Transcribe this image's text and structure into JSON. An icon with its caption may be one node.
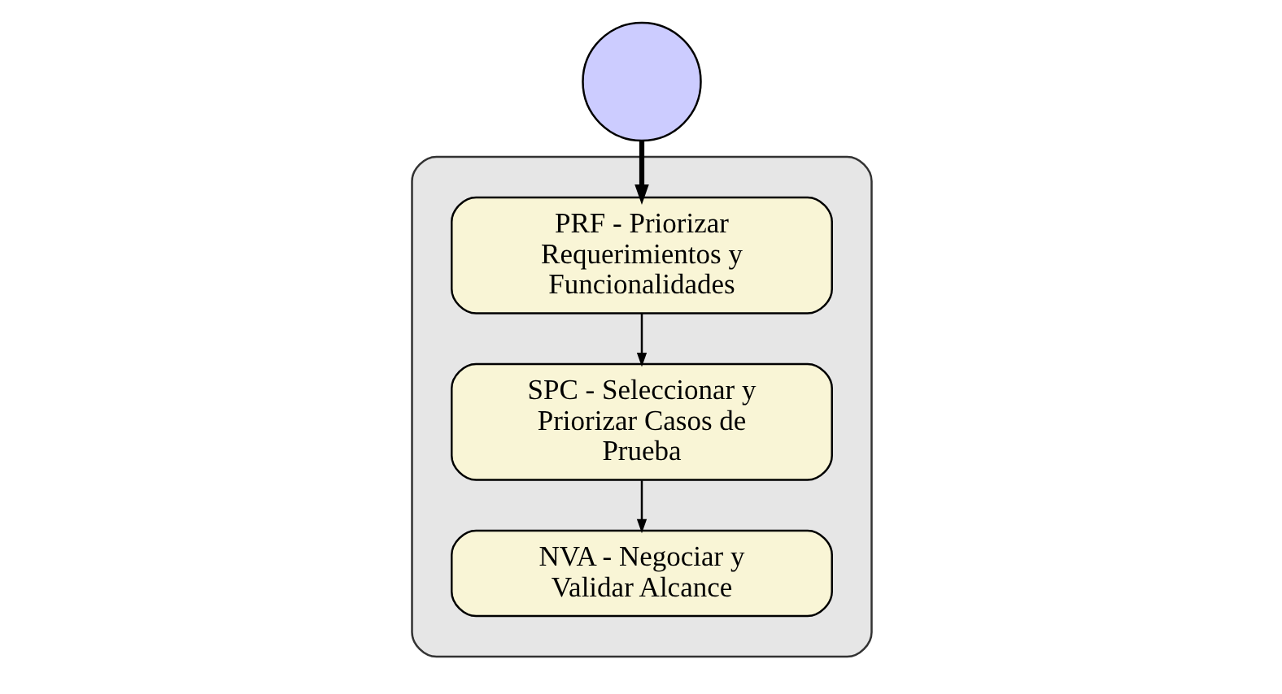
{
  "diagram": {
    "nodes": [
      {
        "text": [],
        "shape": "circle"
      },
      {
        "text": [],
        "shape": "box"
      },
      {
        "text": [
          "PRF - Priorizar Requerimientos y Funcionalidades"
        ],
        "in": 1
      },
      {
        "text": [
          "SPC - Seleccionar y Priorizar Casos de Prueba"
        ],
        "in": 1
      },
      {
        "text": [
          "NVA - Negociar y Validar Alcance"
        ],
        "in": 1
      }
    ],
    "edges": [
      {
        "from": 0,
        "to": 2,
        "arrow": "to",
        "style": "thick"
      },
      {
        "from": 2,
        "to": 3,
        "arrow": "to"
      },
      {
        "from": 3,
        "to": 4,
        "arrow": "to"
      }
    ]
  }
}
